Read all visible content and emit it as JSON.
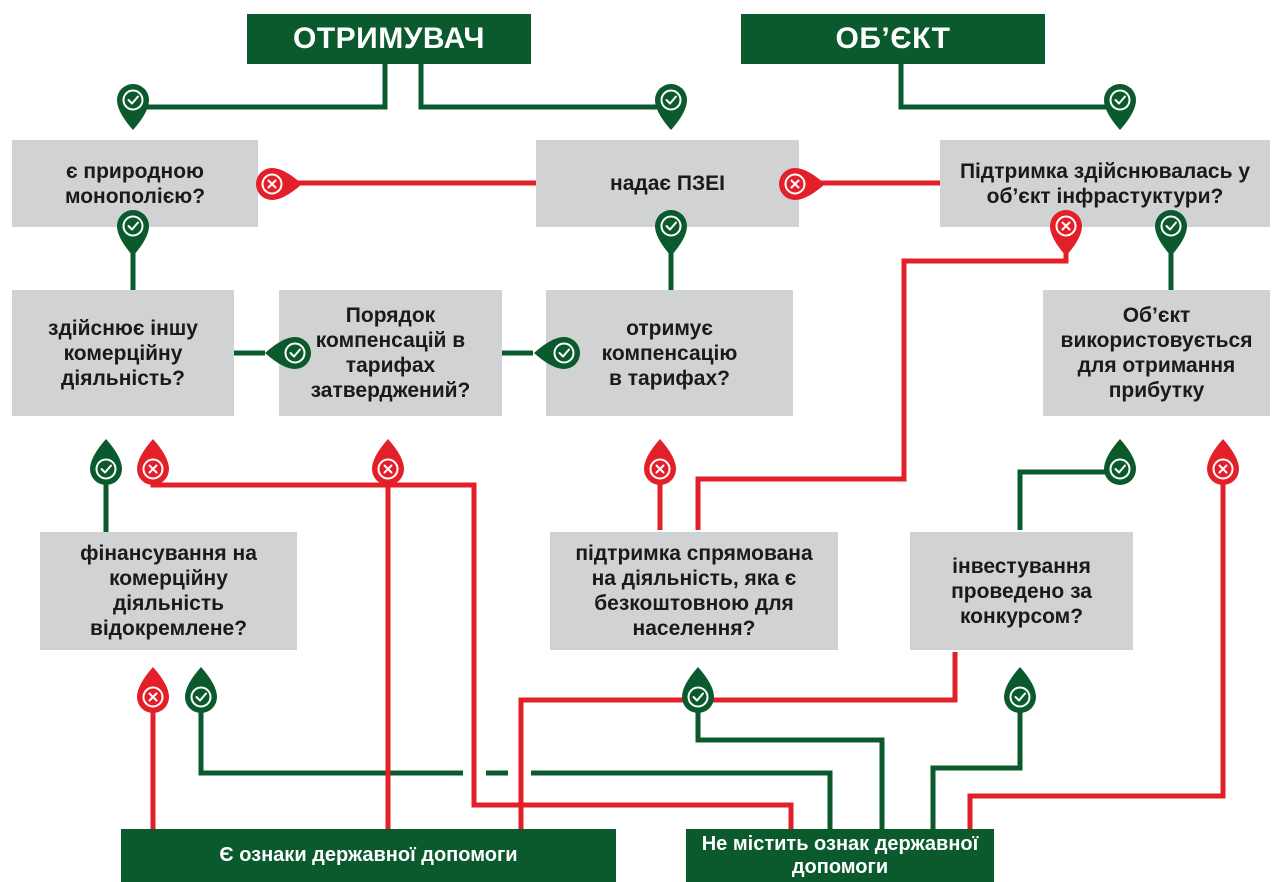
{
  "colors": {
    "yes": "#0b5a2e",
    "no": "#e3202a",
    "box": "#d1d2d3",
    "header_bg": "#0b5a2e",
    "header_text": "#ffffff",
    "text": "#1a1a1a"
  },
  "headers": {
    "recipient": "ОТРИМУВАЧ",
    "object": "ОБ’ЄКТ"
  },
  "questions": {
    "natural_monopoly": "є природною монополією?",
    "provides_sgei": "надає ПЗЕІ",
    "infrastructure_object": "Підтримка здійснювалась у об’єкт інфрастуктури?",
    "other_commercial": "здійснює іншу комерційну діяльність?",
    "tariff_order_approved": "Порядок компенсацій в тарифах затверджений?",
    "tariff_compensation": "отримує компенсацію в тарифах?",
    "used_for_profit": "Об’єкт використовується для отримання прибутку",
    "financing_separated": "фінансування на комерційну діяльність відокремлене?",
    "free_for_population": "підтримка спрямована на діяльність, яка є безкоштовною для населення?",
    "competitive_investment": "інвестування проведено за конкурсом?"
  },
  "results": {
    "has_state_aid": "Є ознаки державної допомоги",
    "no_state_aid": "Не містить ознак державної допомоги"
  },
  "pin_icons": {
    "yes": "check-icon",
    "no": "cross-icon"
  }
}
